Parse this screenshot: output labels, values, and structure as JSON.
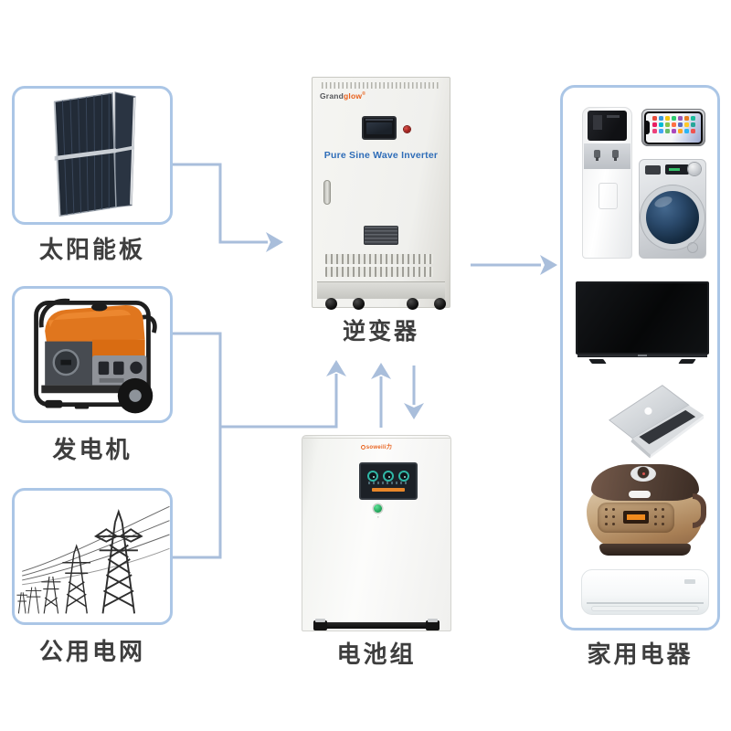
{
  "page": {
    "background": "#ffffff"
  },
  "sources": [
    {
      "id": "solar",
      "label": "太阳能板"
    },
    {
      "id": "generator",
      "label": "发电机"
    },
    {
      "id": "grid",
      "label": "公用电网"
    }
  ],
  "inverter": {
    "label": "逆变器",
    "brand_dark": "Grand",
    "brand_accent": "glow",
    "brand_mark": "®",
    "product_text": "Pure Sine Wave Inverter"
  },
  "battery": {
    "label": "电池组",
    "logo_text": "soweili力"
  },
  "appliances": {
    "label": "家用电器",
    "items": [
      "water-dispenser",
      "smartphone",
      "washing-machine",
      "tv",
      "laptop",
      "rice-cooker",
      "air-conditioner"
    ]
  },
  "colors": {
    "box_border": "#abc6e6",
    "connector": "#a9bedb",
    "label_text": "#3e3e3e",
    "inverter_text_blue": "#2f6db8",
    "brand_orange": "#e8611c",
    "generator_orange": "#e0761e"
  }
}
